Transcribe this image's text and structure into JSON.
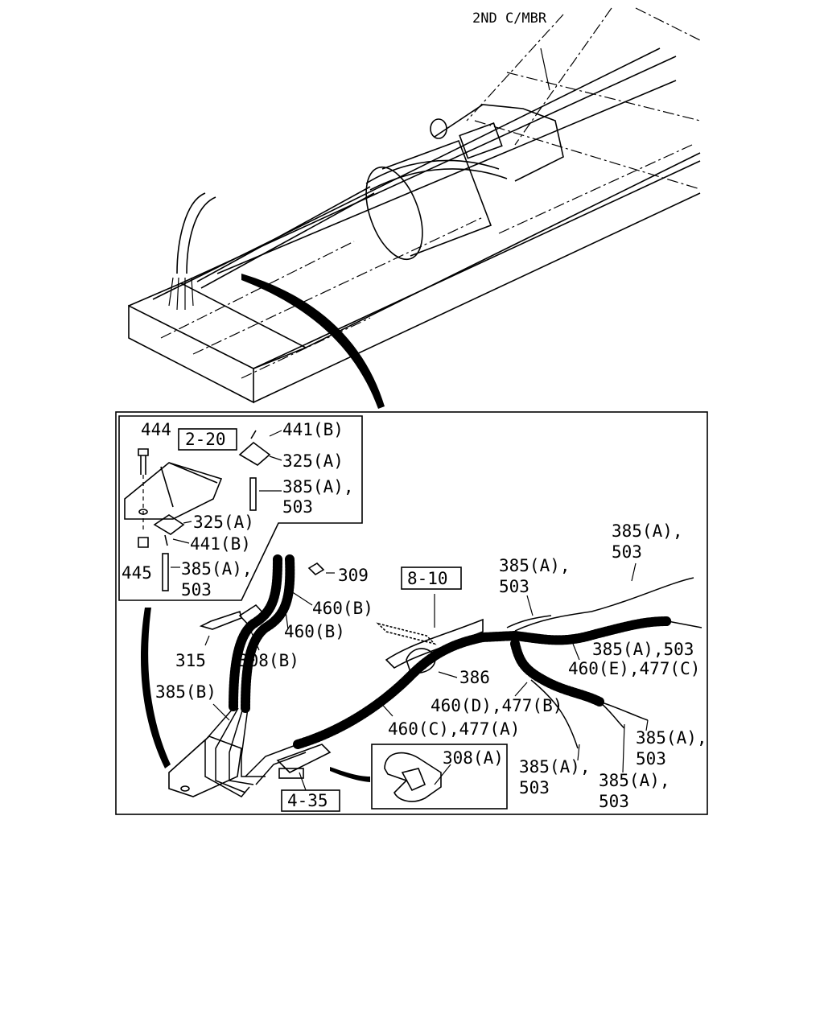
{
  "top_view": {
    "member_label": "2ND C/MBR"
  },
  "detail": {
    "ref_boxes": {
      "ref_2_20": "2-20",
      "ref_8_10": "8-10",
      "ref_4_35": "4-35"
    },
    "inset_labels": {
      "p444": "444",
      "p441b_top": "441(B)",
      "p325a_top": "325(A)",
      "p385a_top_1": "385(A),",
      "p385a_top_2": "503",
      "p325a_low": "325(A)",
      "p441b_low": "441(B)",
      "p445": "445",
      "p385a_low_1": "385(A),",
      "p385a_low_2": "503"
    },
    "callouts": {
      "p309": "309",
      "p460b_1": "460(B)",
      "p460b_2": "460(B)",
      "p315": "315",
      "p308b": "308(B)",
      "p385b": "385(B)",
      "p386": "386",
      "p460d": "460(D),477(B)",
      "p460c": "460(C),477(A)",
      "p385a_c1_1": "385(A),",
      "p385a_c1_2": "503",
      "p385a_tr_1": "385(A),",
      "p385a_tr_2": "503",
      "p385a_mid": "385(A),503",
      "p460e": "460(E),477(C)",
      "p385a_r1_1": "385(A),",
      "p385a_r1_2": "503",
      "p385a_b1_1": "385(A),",
      "p385a_b1_2": "503",
      "p385a_b2_1": "385(A),",
      "p385a_b2_2": "503",
      "p308a": "308(A)"
    }
  }
}
